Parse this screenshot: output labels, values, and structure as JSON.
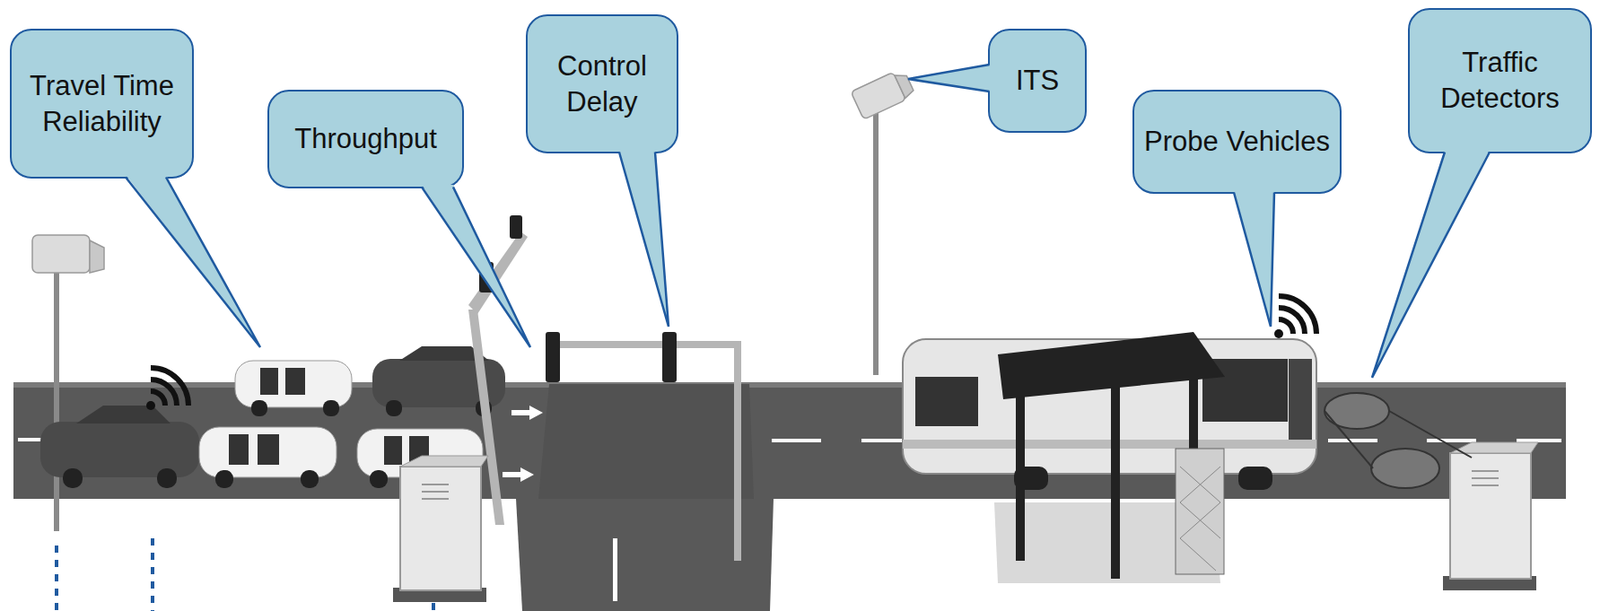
{
  "diagram": {
    "nodes": [
      {
        "text": [
          "Travel Time Reliability"
        ]
      },
      {
        "text": [
          "Throughput"
        ]
      },
      {
        "text": [
          "Control Delay"
        ]
      },
      {
        "text": [
          "ITS"
        ]
      },
      {
        "text": [
          "Probe Vehicles"
        ]
      },
      {
        "text": [
          "Traffic Detectors"
        ]
      }
    ]
  }
}
